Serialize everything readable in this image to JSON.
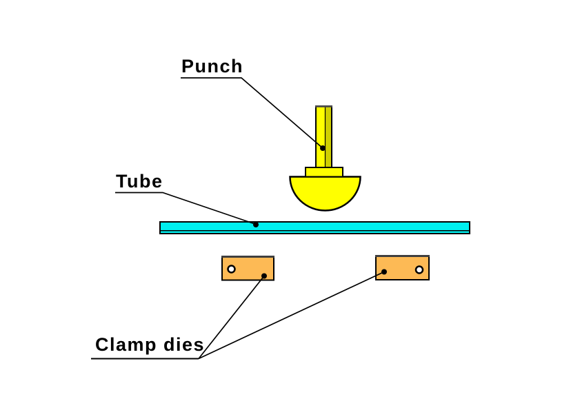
{
  "labels": {
    "punch": "Punch",
    "tube": "Tube",
    "clamp_dies": "Clamp dies"
  },
  "colors": {
    "background": "#FFFFFF",
    "outline": "#000000",
    "punch_fill": "#FFFF00",
    "punch_shade": "#CFCF00",
    "punch_top_edge": "#4D4D4D",
    "tube_fill": "#00EFEF",
    "die_fill": "#FDBA55",
    "die_top_edge": "#3F3F3F",
    "hole_fill": "#FFFFFF",
    "leader_line": "#000000"
  }
}
